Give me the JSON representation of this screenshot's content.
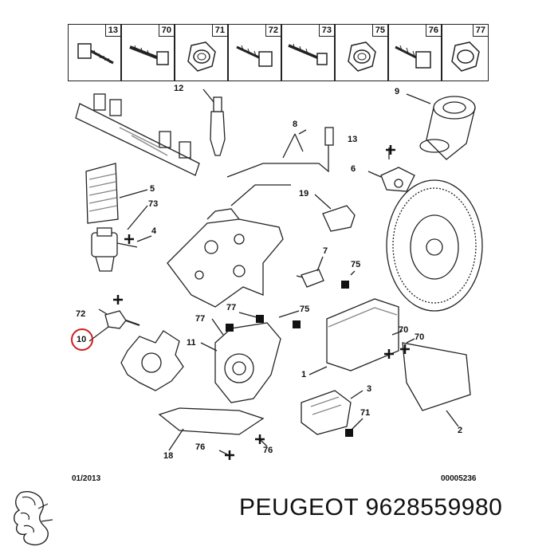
{
  "header_parts": [
    "13",
    "70",
    "71",
    "72",
    "73",
    "75",
    "76",
    "77"
  ],
  "labels": {
    "l12": "12",
    "l9": "9",
    "l8": "8",
    "l13b": "13",
    "l6": "6",
    "l5": "5",
    "l73": "73",
    "l4": "4",
    "l19": "19",
    "l7": "7",
    "l75a": "75",
    "l72b": "72",
    "l10": "10",
    "l77a": "77",
    "l77b": "77",
    "l75b": "75",
    "l11": "11",
    "l70a": "70",
    "l70b": "70",
    "l1": "1",
    "l3": "3",
    "l71": "71",
    "l2": "2",
    "l76a": "76",
    "l76b": "76",
    "l18": "18"
  },
  "footer": {
    "date": "01/2013",
    "code": "00005236"
  },
  "brand": {
    "name": "PEUGEOT",
    "part_number": "9628559980"
  },
  "colors": {
    "ink": "#111111",
    "highlight": "#d01e1e",
    "line": "#222222"
  }
}
